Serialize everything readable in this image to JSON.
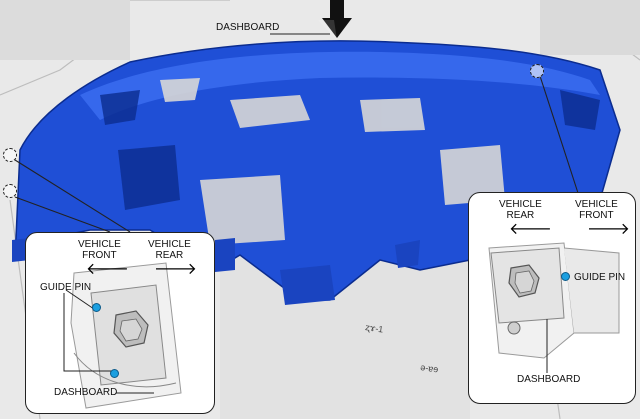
{
  "labels": {
    "dashboard_top": "DASHBOARD",
    "left_callout": {
      "vehicle_front": "VEHICLE\nFRONT",
      "vehicle_rear": "VEHICLE\nREAR",
      "guide_pin": "GUIDE PIN",
      "dashboard": "DASHBOARD"
    },
    "right_callout": {
      "vehicle_rear": "VEHICLE\nREAR",
      "vehicle_front": "VEHICLE\nFRONT",
      "guide_pin": "GUIDE PIN",
      "dashboard": "DASHBOARD"
    },
    "stamp_1": "ʐɤ-1",
    "stamp_2": "ə-ɐɘ"
  },
  "colors": {
    "dashboard_blue": "#1f4fd6",
    "dashboard_dark": "#0b2c8f",
    "guide_pin": "#1b9fe0",
    "background": "#e9e9e9"
  },
  "icons": {
    "install_arrow": "down-arrow-icon",
    "left_arrow": "left-arrow-icon",
    "right_arrow": "right-arrow-icon"
  }
}
